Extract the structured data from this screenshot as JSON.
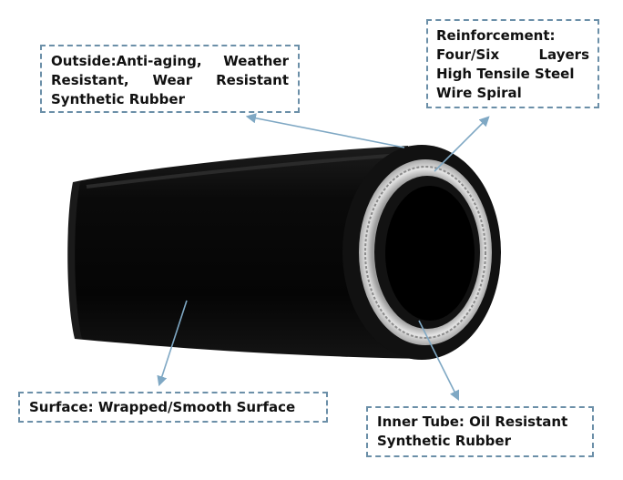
{
  "callouts": {
    "outside": {
      "line1_a": "Outside:Anti-aging,",
      "line1_b": "Weather",
      "line2_a": "Resistant,",
      "line2_b": "Wear",
      "line2_c": "Resistant",
      "line3": "Synthetic Rubber"
    },
    "reinforcement": {
      "line1": "Reinforcement:",
      "line2_a": "Four/Six",
      "line2_b": "Layers",
      "line3": "High Tensile Steel",
      "line4": "Wire Spiral"
    },
    "surface": {
      "line1": "Surface: Wrapped/Smooth Surface"
    },
    "inner_tube": {
      "line1": "Inner Tube: Oil Resistant",
      "line2": "Synthetic Rubber"
    }
  },
  "colors": {
    "callout_border": "#6b8fa8",
    "arrow": "#7fa8c4",
    "hose_body": "#0b0b0b",
    "steel_wire": "#cfcfcf"
  }
}
